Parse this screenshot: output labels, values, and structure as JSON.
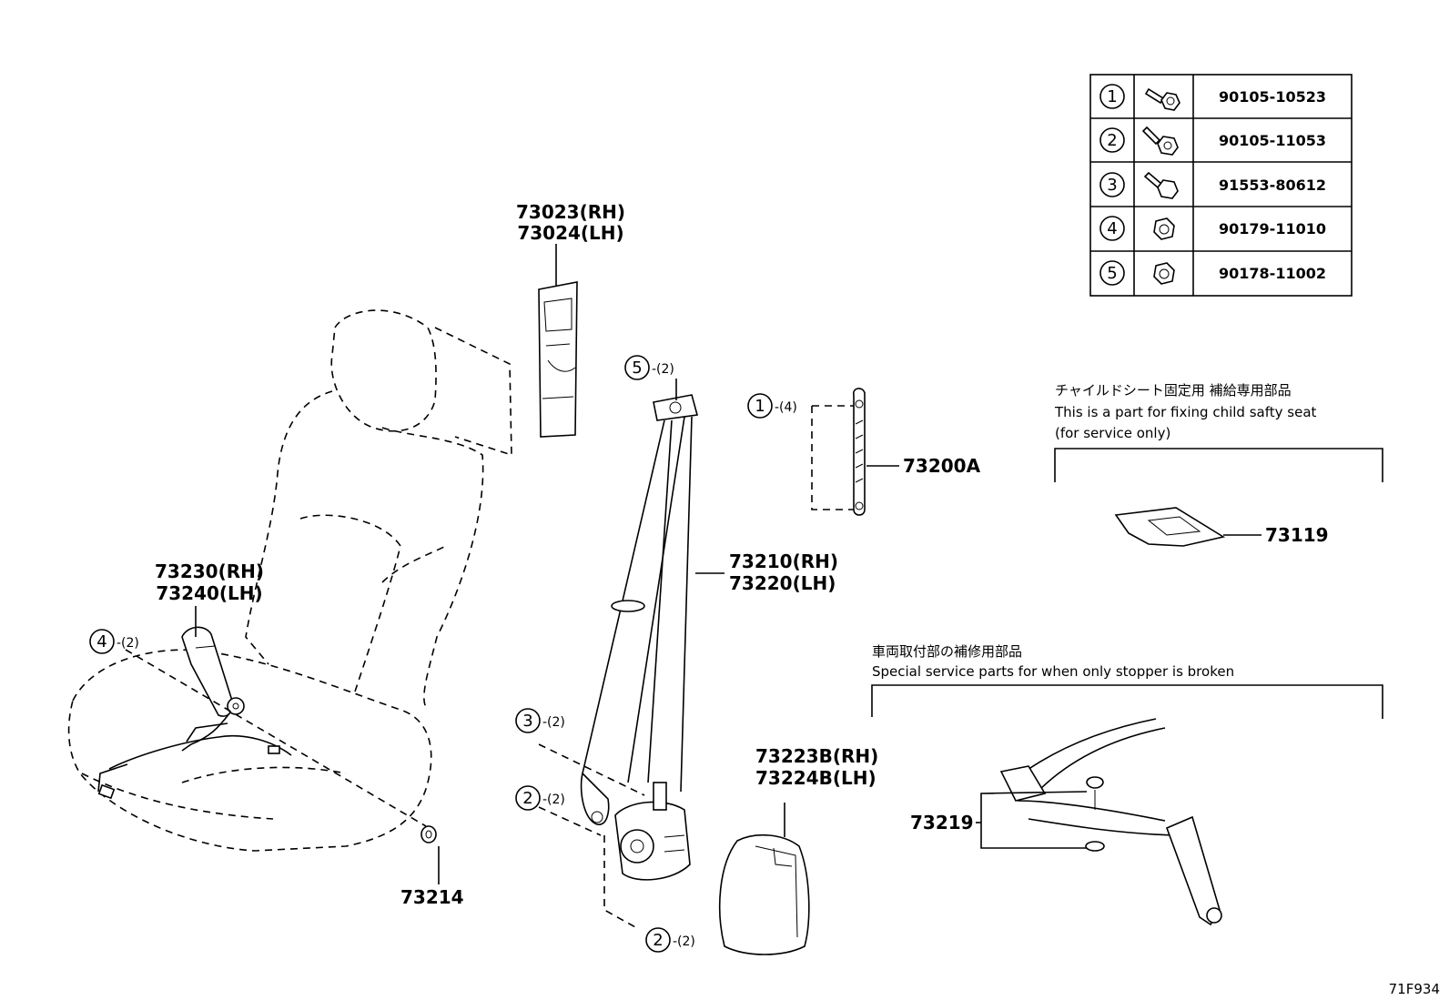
{
  "figure_id": "71F934",
  "fastener_table": [
    {
      "ref": "1",
      "icon": "bolt-with-washer-icon",
      "part": "90105-10523"
    },
    {
      "ref": "2",
      "icon": "bolt-with-washer-icon",
      "part": "90105-11053"
    },
    {
      "ref": "3",
      "icon": "bolt-icon",
      "part": "91553-80612"
    },
    {
      "ref": "4",
      "icon": "nut-icon",
      "part": "90179-11010"
    },
    {
      "ref": "5",
      "icon": "nut-icon",
      "part": "90178-11002"
    }
  ],
  "parts": {
    "pillar_cover_rh": "73023(RH)",
    "pillar_cover_lh": "73024(LH)",
    "buckle_rh": "73230(RH)",
    "buckle_lh": "73240(LH)",
    "washer": "73214",
    "adjuster": "73200A",
    "belt_rh": "73210(RH)",
    "belt_lh": "73220(LH)",
    "retractor_cover_rh": "73223B(RH)",
    "retractor_cover_lh": "73224B(LH)",
    "child_seat_plate": "73119",
    "stopper_set": "73219"
  },
  "callouts": {
    "c5": {
      "ref": "5",
      "qty": "-(2)"
    },
    "c1": {
      "ref": "1",
      "qty": "-(4)"
    },
    "c4": {
      "ref": "4",
      "qty": "-(2)"
    },
    "c3": {
      "ref": "3",
      "qty": "-(2)"
    },
    "c2a": {
      "ref": "2",
      "qty": "-(2)"
    },
    "c2b": {
      "ref": "2",
      "qty": "-(2)"
    }
  },
  "notes": {
    "child_seat_jp": "チャイルドシート固定用 補給専用部品",
    "child_seat_en1": "This is a part for fixing child safty seat",
    "child_seat_en2": "(for service only)",
    "stopper_jp": "車両取付部の補修用部品",
    "stopper_en": "Special service parts for when only stopper is broken"
  }
}
